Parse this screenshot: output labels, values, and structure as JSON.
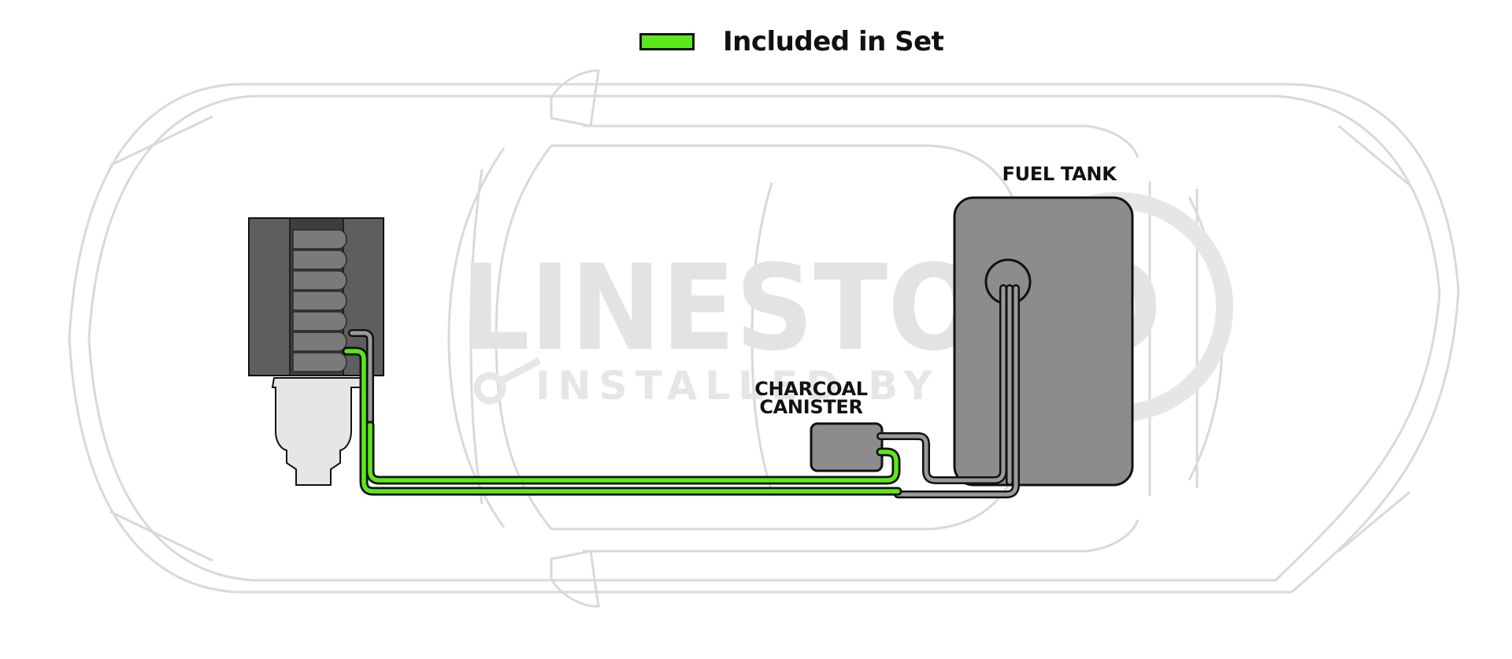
{
  "legend": {
    "label": "Included in Set",
    "swatch_color": "#5ce81c"
  },
  "labels": {
    "fuel_tank": "FUEL TANK",
    "charcoal_canister_line1": "CHARCOAL",
    "charcoal_canister_line2": "CANISTER"
  },
  "watermark": {
    "brand": "LINESTOGO",
    "tagline": "INSTALLED BY A"
  },
  "colors": {
    "included_line": "#5ce81c",
    "other_line": "#888888",
    "car_outline": "#d9d9d9",
    "component_fill": "#8c8c8c",
    "outline": "#111111"
  }
}
